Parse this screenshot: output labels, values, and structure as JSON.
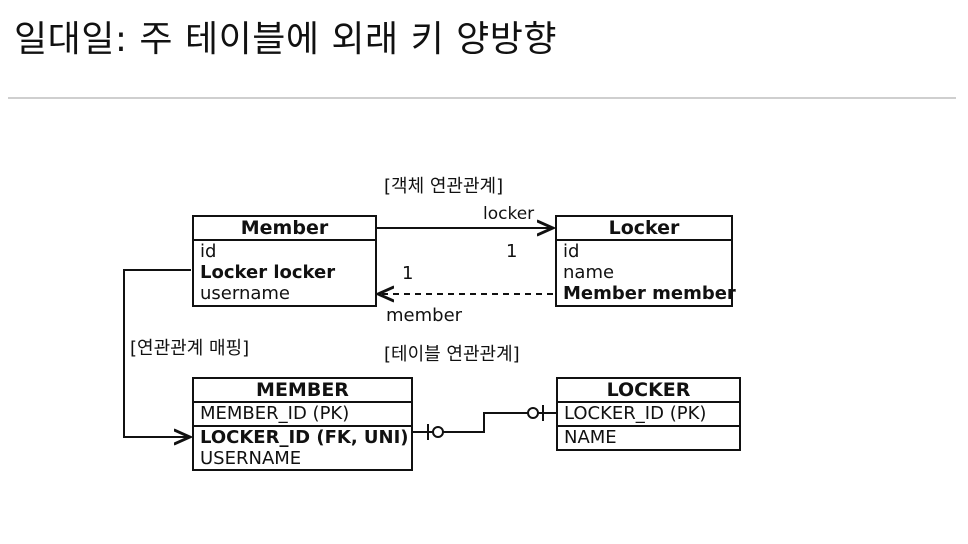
{
  "slide": {
    "title": "일대일: 주 테이블에 외래 키 양방향"
  },
  "labels": {
    "object_relation": "[객체 연관관계]",
    "table_relation": "[테이블 연관관계]",
    "mapping": "[연관관계 매핑]",
    "locker_role": "locker",
    "member_role": "member",
    "mult_locker_end": "1",
    "mult_member_end": "1"
  },
  "entities": {
    "member_class": {
      "name": "Member",
      "fields": [
        {
          "text": "id",
          "bold": false
        },
        {
          "text": "Locker locker",
          "bold": true
        },
        {
          "text": "username",
          "bold": false
        }
      ]
    },
    "locker_class": {
      "name": "Locker",
      "fields": [
        {
          "text": "id",
          "bold": false
        },
        {
          "text": "name",
          "bold": false
        },
        {
          "text": "Member member",
          "bold": true
        }
      ]
    },
    "member_table": {
      "name": "MEMBER",
      "fields": [
        {
          "text": "MEMBER_ID (PK)",
          "bold": false
        },
        {
          "text": "LOCKER_ID (FK, UNI)",
          "bold": true
        },
        {
          "text": "USERNAME",
          "bold": false
        }
      ]
    },
    "locker_table": {
      "name": "LOCKER",
      "fields": [
        {
          "text": "LOCKER_ID (PK)",
          "bold": false
        },
        {
          "text": "NAME",
          "bold": false
        }
      ]
    }
  }
}
